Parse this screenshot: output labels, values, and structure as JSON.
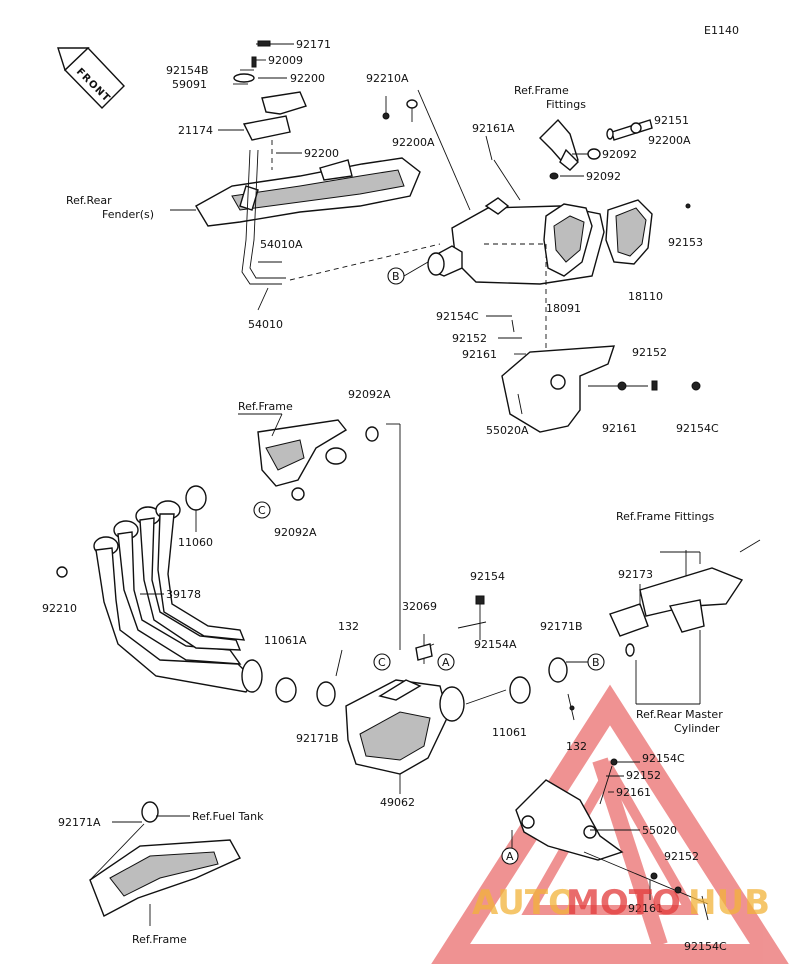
{
  "diagram": {
    "ref_code": "E1140",
    "front_label": "FRONT",
    "part_labels": [
      {
        "id": "p92171_top",
        "text": "92171"
      },
      {
        "id": "p92154B",
        "text": "92154B"
      },
      {
        "id": "p92009",
        "text": "92009"
      },
      {
        "id": "p59091",
        "text": "59091"
      },
      {
        "id": "p92200_a",
        "text": "92200"
      },
      {
        "id": "p21174",
        "text": "21174"
      },
      {
        "id": "p92200_b",
        "text": "92200"
      },
      {
        "id": "p92210A",
        "text": "92210A"
      },
      {
        "id": "p92200A_mid",
        "text": "92200A"
      },
      {
        "id": "p92161A",
        "text": "92161A"
      },
      {
        "id": "p92151",
        "text": "92151"
      },
      {
        "id": "p92200A_r",
        "text": "92200A"
      },
      {
        "id": "p92092_a",
        "text": "92092"
      },
      {
        "id": "p92092_b",
        "text": "92092"
      },
      {
        "id": "p54010A",
        "text": "54010A"
      },
      {
        "id": "p54010",
        "text": "54010"
      },
      {
        "id": "p92153",
        "text": "92153"
      },
      {
        "id": "p18091",
        "text": "18091"
      },
      {
        "id": "p18110",
        "text": "18110"
      },
      {
        "id": "p92154C_a",
        "text": "92154C"
      },
      {
        "id": "p92152_a",
        "text": "92152"
      },
      {
        "id": "p92161_a",
        "text": "92161"
      },
      {
        "id": "p92152_b",
        "text": "92152"
      },
      {
        "id": "p55020A",
        "text": "55020A"
      },
      {
        "id": "p92161_b",
        "text": "92161"
      },
      {
        "id": "p92154C_b",
        "text": "92154C"
      },
      {
        "id": "p92092A_top",
        "text": "92092A"
      },
      {
        "id": "p92092A_bot",
        "text": "92092A"
      },
      {
        "id": "p11060",
        "text": "11060"
      },
      {
        "id": "p92210",
        "text": "92210"
      },
      {
        "id": "p39178",
        "text": "39178"
      },
      {
        "id": "p92154",
        "text": "92154"
      },
      {
        "id": "p32069",
        "text": "32069"
      },
      {
        "id": "p92154A",
        "text": "92154A"
      },
      {
        "id": "p132_a",
        "text": "132"
      },
      {
        "id": "p11061A",
        "text": "11061A"
      },
      {
        "id": "p92171B_a",
        "text": "92171B"
      },
      {
        "id": "p92171B_b",
        "text": "92171B"
      },
      {
        "id": "p11061",
        "text": "11061"
      },
      {
        "id": "p132_b",
        "text": "132"
      },
      {
        "id": "p49062",
        "text": "49062"
      },
      {
        "id": "p92173",
        "text": "92173"
      },
      {
        "id": "p92154C_c",
        "text": "92154C"
      },
      {
        "id": "p92152_c",
        "text": "92152"
      },
      {
        "id": "p92161_c",
        "text": "92161"
      },
      {
        "id": "p55020",
        "text": "55020"
      },
      {
        "id": "p92171A",
        "text": "92171A"
      },
      {
        "id": "p92152_d",
        "text": "92152"
      },
      {
        "id": "p92161_d",
        "text": "92161"
      },
      {
        "id": "p92154C_d",
        "text": "92154C"
      }
    ],
    "reference_labels": {
      "frame_fittings_top_1": "Ref.Frame",
      "frame_fittings_top_2": "Fittings",
      "rear_fender_1": "Ref.Rear",
      "rear_fender_2": "Fender(s)",
      "frame_mid": "Ref.Frame",
      "frame_fittings_right": "Ref.Frame Fittings",
      "master_cyl_1": "Ref.Rear Master",
      "master_cyl_2": "Cylinder",
      "fuel_tank": "Ref.Fuel Tank",
      "frame_bottom": "Ref.Frame"
    },
    "callouts": {
      "a": "A",
      "b": "B",
      "c": "C"
    },
    "watermark": {
      "text_a": "AUTO",
      "text_b": "MOTO",
      "text_c": "HUB"
    }
  }
}
